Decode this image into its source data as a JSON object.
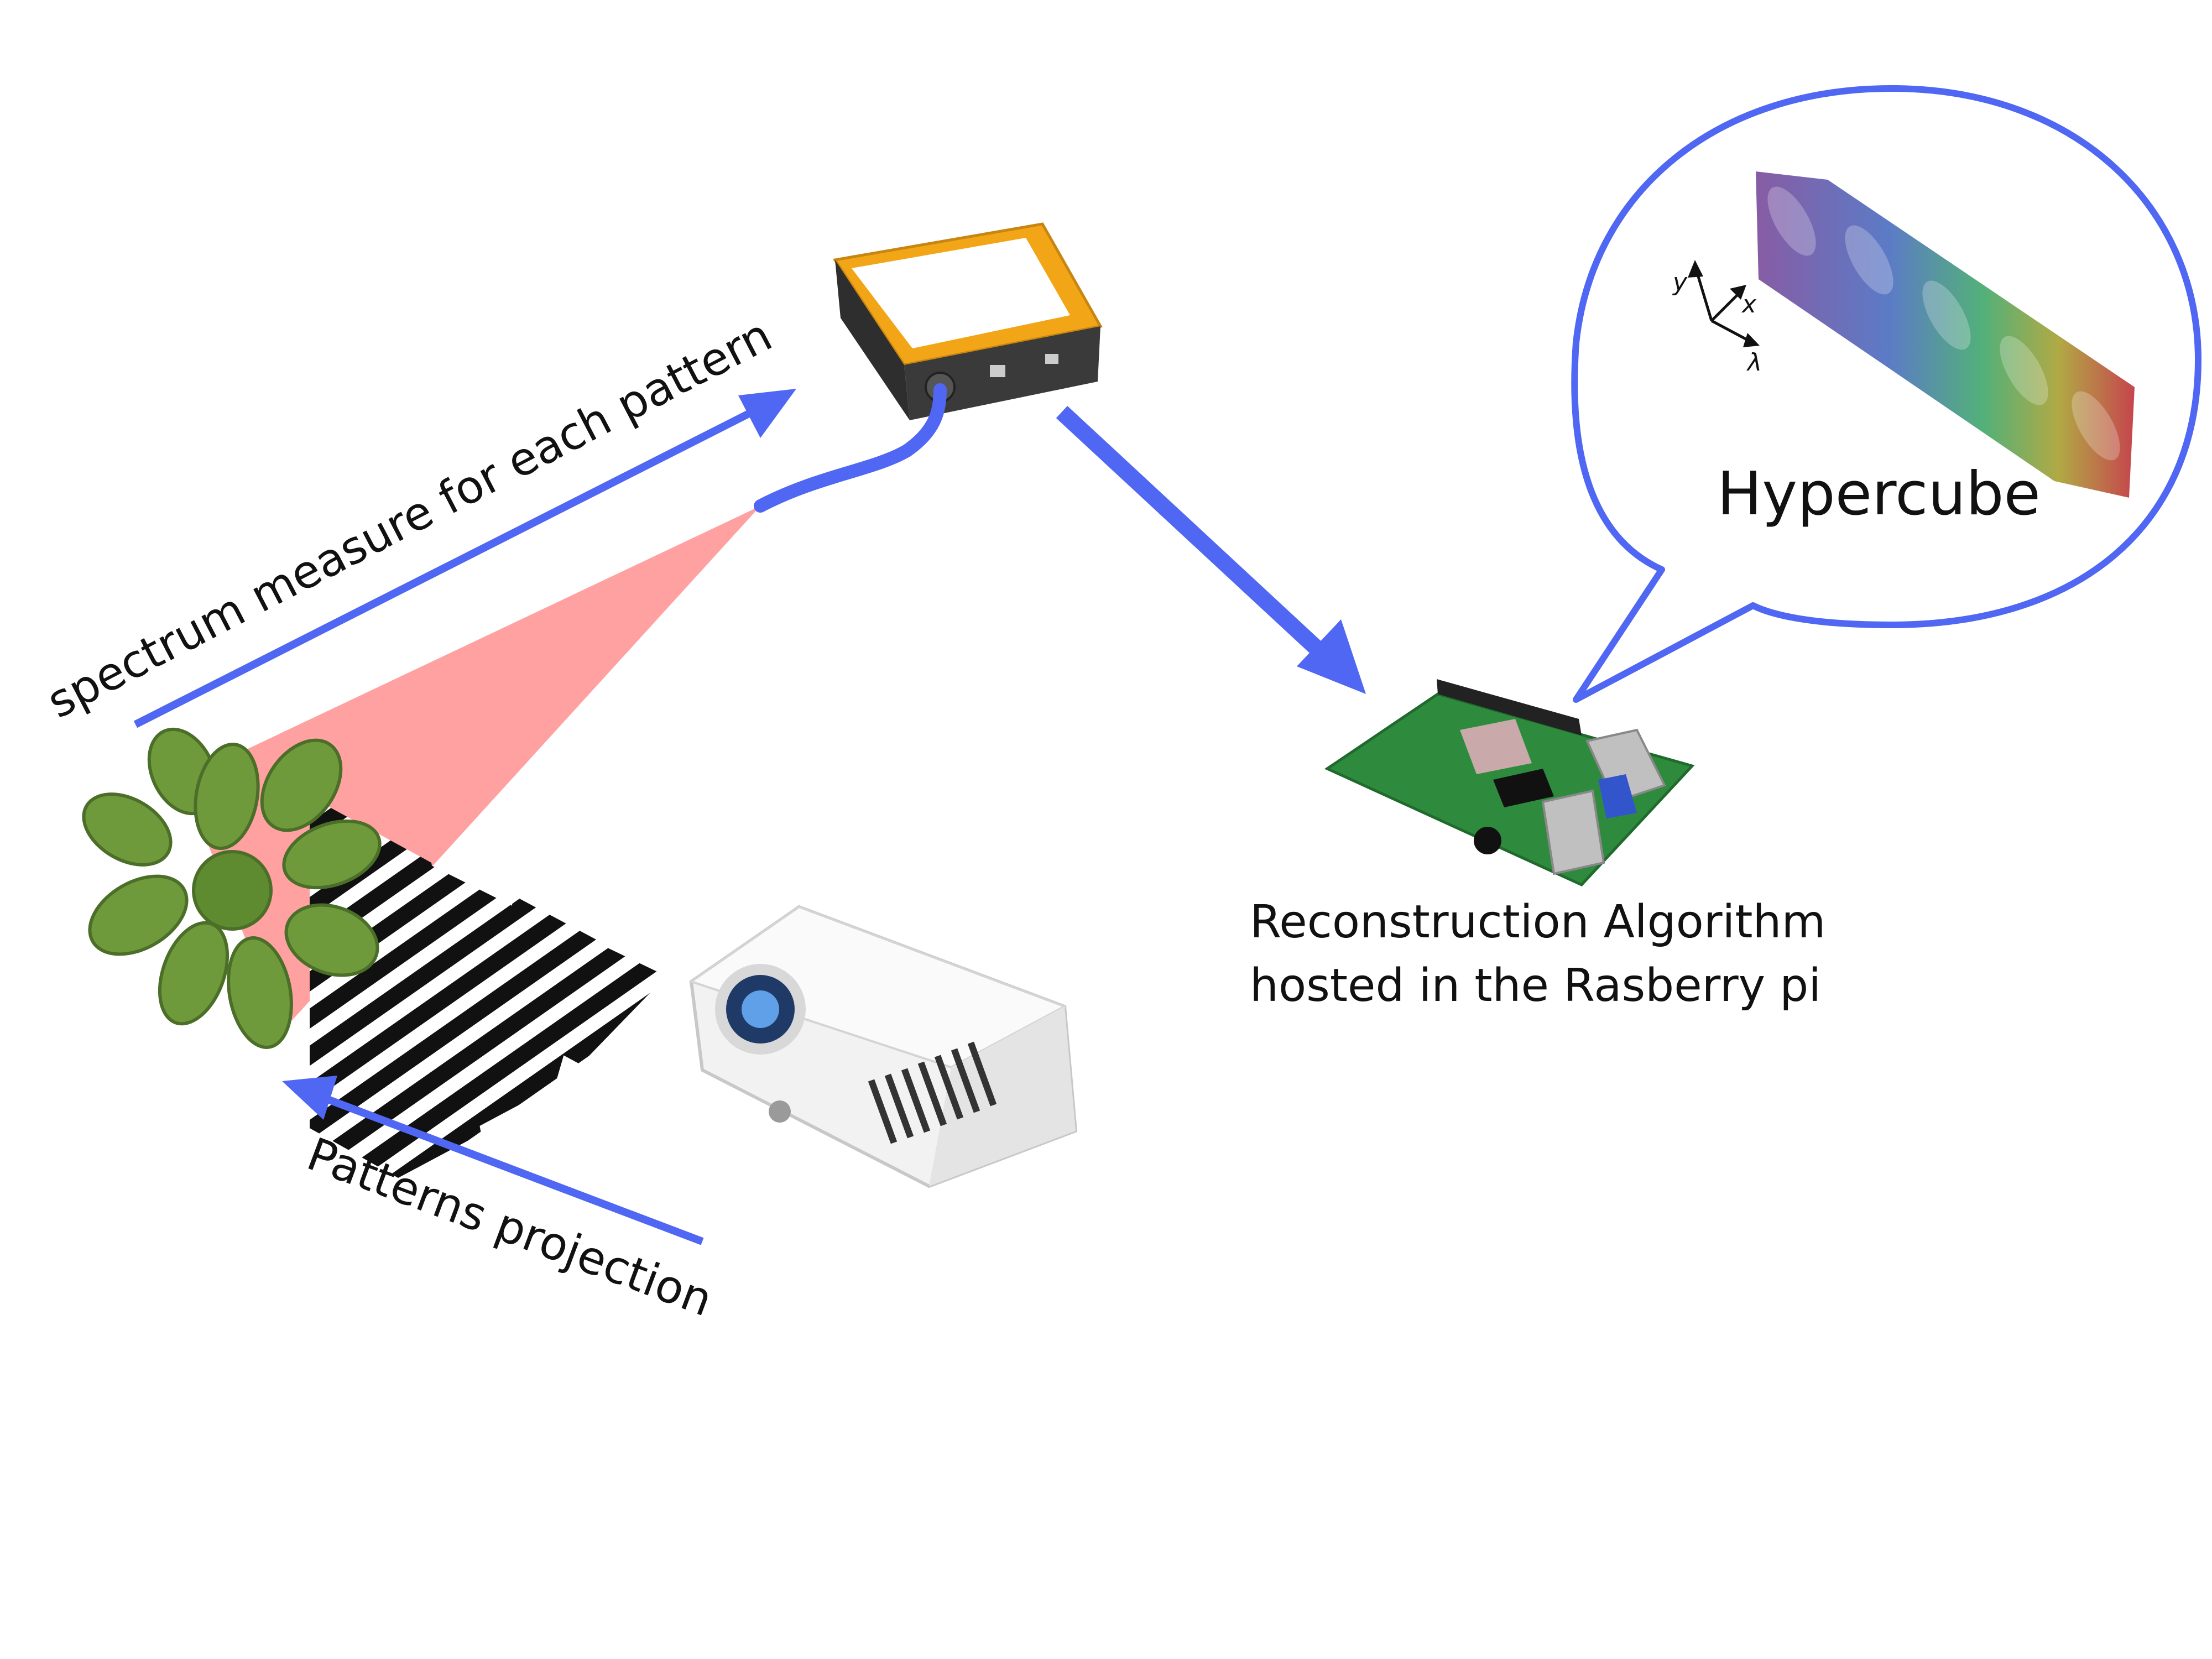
{
  "labels": {
    "spectrum": "spectrum measure for each pattern",
    "projection": "Patterns projection",
    "hypercube": "Hypercube",
    "recon_line1": "Reconstruction Algorithm",
    "recon_line2": "hosted in the Rasberry pi"
  },
  "axes": {
    "y": "y",
    "x": "x",
    "lambda": "λ"
  },
  "colors": {
    "arrow": "#4F67F2",
    "bubble": "#4F67F2",
    "beam": "#FF9C9C",
    "spectrometer": "#F2A516",
    "plant": "#6E9A3C",
    "board": "#2E8B3E"
  },
  "icons": {
    "plant": "plant-icon",
    "spectrometer": "spectrometer-icon",
    "projector": "projector-icon",
    "raspberry_pi": "raspberry-pi-board-icon",
    "fringe_patterns": "fringe-patterns-icon"
  }
}
